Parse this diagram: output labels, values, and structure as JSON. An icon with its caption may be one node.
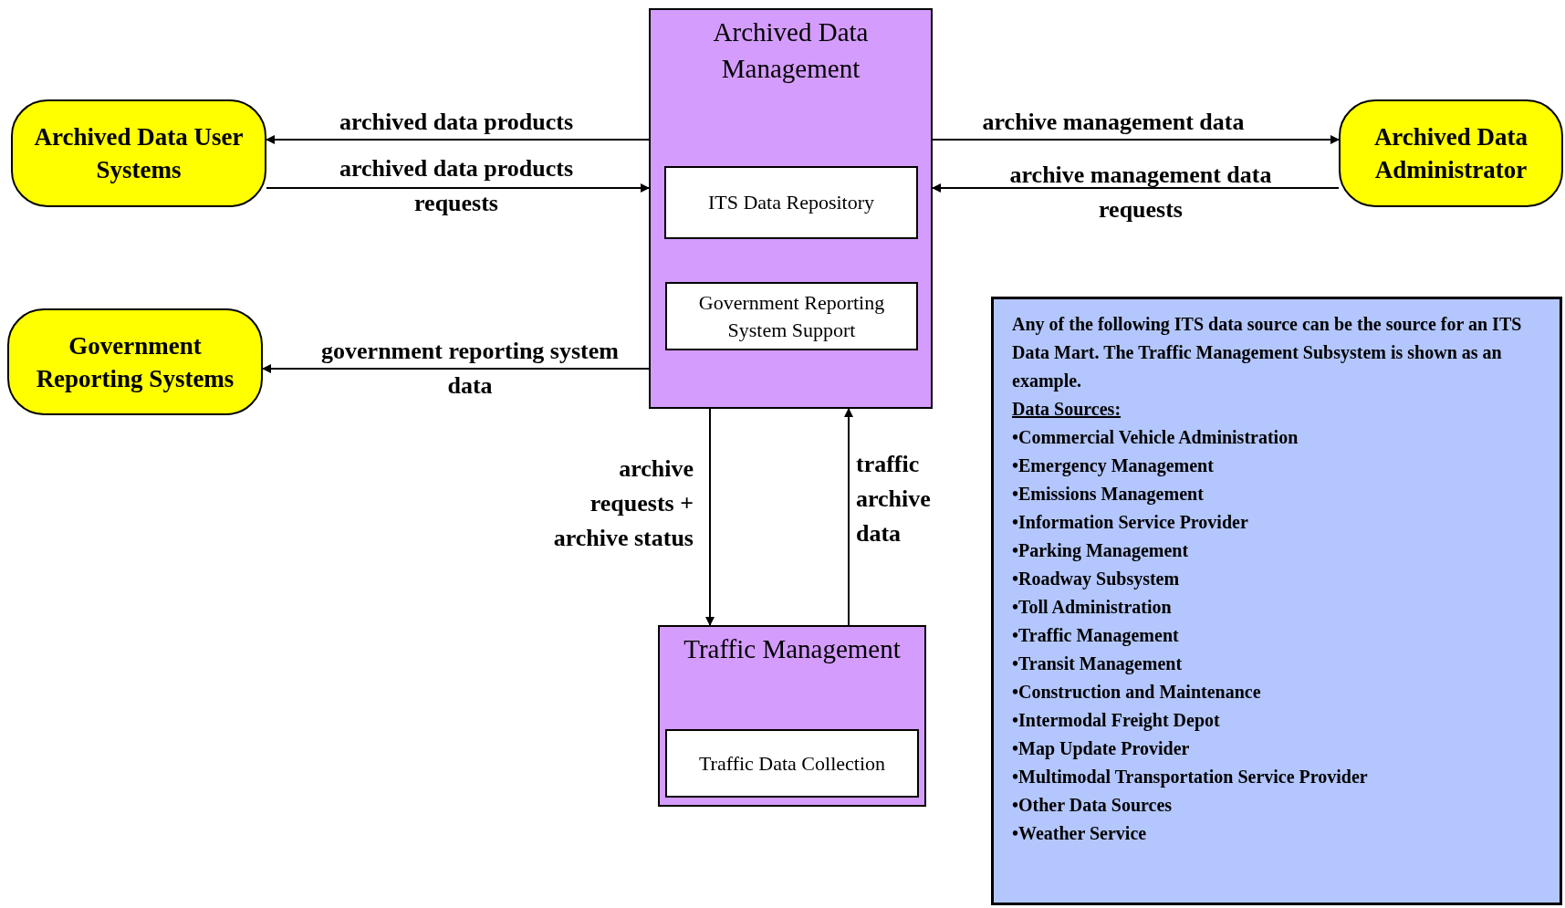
{
  "diagram": {
    "nodes": [
      {
        "text": [
          "Archived Data Management"
        ]
      },
      {
        "text": [
          "ITS Data Repository"
        ],
        "in": 0
      },
      {
        "text": [
          "Government Reporting System Support"
        ],
        "in": 0
      },
      {
        "text": [
          "Archived Data User Systems"
        ]
      },
      {
        "text": [
          "Archived Data Administrator"
        ]
      },
      {
        "text": [
          "Government Reporting Systems"
        ]
      },
      {
        "text": [
          "Traffic Management"
        ]
      },
      {
        "text": [
          "Traffic Data Collection"
        ],
        "in": 6
      },
      {
        "text": [
          "Any of the following ITS data source can be the source for an ITS Data Mart. The Traffic Management Subsystem is shown as an example.",
          "Data Sources:",
          "•Commercial Vehicle Administration",
          "•Emergency Management",
          "•Emissions Management",
          "•Information Service Provider",
          "•Parking Management",
          "•Roadway Subsystem",
          "•Toll Administration",
          "•Traffic Management",
          "•Transit Management",
          "•Construction and Maintenance",
          "•Intermodal Freight Depot",
          "•Map Update Provider",
          "•Multimodal Transportation Service Provider",
          "•Other Data Sources",
          "•Weather Service"
        ]
      }
    ],
    "edges": [
      {
        "from": 0,
        "to": 3,
        "arrow": "to",
        "label": "archived data products"
      },
      {
        "from": 3,
        "to": 0,
        "arrow": "to",
        "label": "archived data products requests"
      },
      {
        "from": 0,
        "to": 4,
        "arrow": "to",
        "label": "archive management data"
      },
      {
        "from": 4,
        "to": 0,
        "arrow": "to",
        "label": "archive management data requests"
      },
      {
        "from": 0,
        "to": 5,
        "arrow": "to",
        "label": "government reporting system data"
      },
      {
        "from": 0,
        "to": 6,
        "arrow": "to",
        "label": "archive requests + archive status"
      },
      {
        "from": 6,
        "to": 0,
        "arrow": "to",
        "label": "traffic archive data"
      }
    ]
  }
}
